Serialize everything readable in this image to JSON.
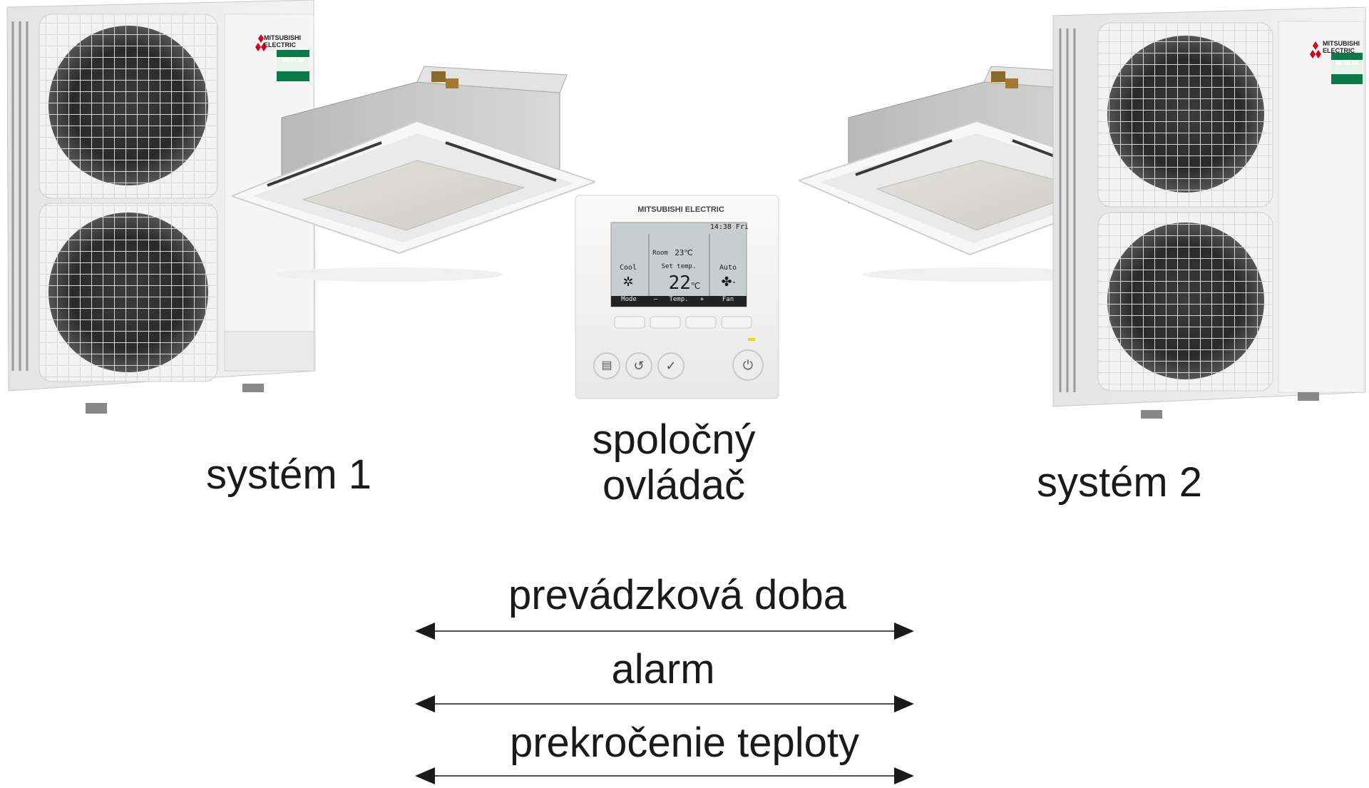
{
  "systems": [
    {
      "label": "systém 1",
      "brand": "MITSUBISHI ELECTRIC",
      "badge": "Mr.SLIM"
    },
    {
      "label": "systém 2",
      "brand": "MITSUBISHI ELECTRIC",
      "badge": "Mr.SLIM"
    }
  ],
  "controller": {
    "label_line1": "spoločný",
    "label_line2": "ovládač",
    "brand": "MITSUBISHI ELECTRIC",
    "screen": {
      "clock": "14:38 Fri",
      "room_label": "Room",
      "room_temp": "23℃",
      "mode": "Cool",
      "set_label": "Set temp.",
      "set_temp": "22",
      "set_unit": "℃",
      "fan_mode": "Auto",
      "menu_mode": "Mode",
      "menu_temp": "—   Temp.   +",
      "menu_fan": "Fan"
    }
  },
  "links": [
    {
      "label": "prevádzková doba"
    },
    {
      "label": "alarm"
    },
    {
      "label": "prekročenie teploty"
    }
  ]
}
